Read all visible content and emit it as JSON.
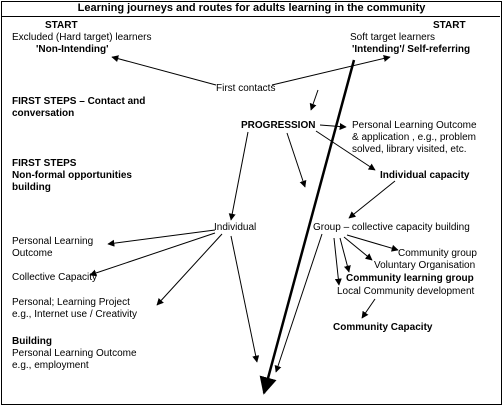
{
  "title": "Learning journeys and routes for adults learning in the community",
  "left": {
    "start": "START",
    "excluded": "Excluded (Hard target) learners",
    "non_intending": "'Non-Intending'",
    "first_steps_1a": "FIRST STEPS – Contact and",
    "first_steps_1b": "conversation",
    "first_steps_2a": "FIRST STEPS",
    "first_steps_2b": "Non-formal opportunities",
    "first_steps_2c": "building",
    "plo_a": "Personal Learning",
    "plo_b": "Outcome",
    "collective": "Collective Capacity",
    "project_a": "Personal; Learning Project",
    "project_b": "e.g., Internet use / Creativity",
    "building": "Building",
    "building_a": "Personal Learning Outcome",
    "building_b": "e.g., employment"
  },
  "right": {
    "start": "START",
    "soft": "Soft target learners",
    "intending": "'Intending'/ Self-referring",
    "plo_a": "Personal Learning Outcome",
    "plo_b": "& application , e.g., problem",
    "plo_c": "solved, library visited, etc.",
    "individual_capacity": "Individual capacity",
    "community_group": "Community group",
    "voluntary": "Voluntary Organisation",
    "community_learning": "Community learning group",
    "local_dev": "Local Community development",
    "community_capacity": "Community Capacity"
  },
  "center": {
    "first_contacts": "First contacts",
    "progression": "PROGRESSION",
    "individual": "Individual",
    "group": "Group – collective capacity building"
  }
}
